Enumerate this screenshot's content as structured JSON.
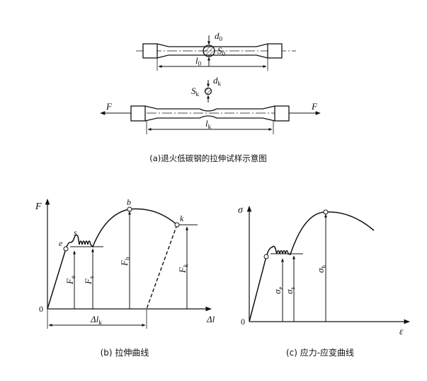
{
  "specimen_panel": {
    "caption": "(a)退火低碳钢的拉伸试样示意图",
    "original": {
      "diameter_symbol": "d",
      "diameter_sub": "0",
      "area_symbol": "S",
      "area_sub": "0",
      "length_symbol": "l",
      "length_sub": "0"
    },
    "necked": {
      "diameter_symbol": "d",
      "diameter_sub": "k",
      "area_symbol": "S",
      "area_sub": "k",
      "length_symbol": "l",
      "length_sub": "k",
      "force_left": "F",
      "force_right": "F"
    }
  },
  "tensile_curve": {
    "caption": "(b) 拉伸曲线",
    "y_axis": "F",
    "x_axis": "Δl",
    "origin": "0",
    "points": {
      "e": "e",
      "s": "s",
      "b": "b",
      "k": "k"
    },
    "force_labels": {
      "Fe_symbol": "F",
      "Fe_sub": "e",
      "Fs_symbol": "F",
      "Fs_sub": "s",
      "Fb_symbol": "F",
      "Fb_sub": "b",
      "Fk_symbol": "F",
      "Fk_sub": "k"
    },
    "elongation_symbol": "Δl",
    "elongation_sub": "k"
  },
  "stress_strain_curve": {
    "caption": "(c) 应力-应变曲线",
    "y_axis": "σ",
    "x_axis": "ε",
    "origin": "0",
    "stress_labels": {
      "se_symbol": "σ",
      "se_sub": "e",
      "ss_symbol": "σ",
      "ss_sub": "s",
      "sb_symbol": "σ",
      "sb_sub": "b"
    }
  }
}
